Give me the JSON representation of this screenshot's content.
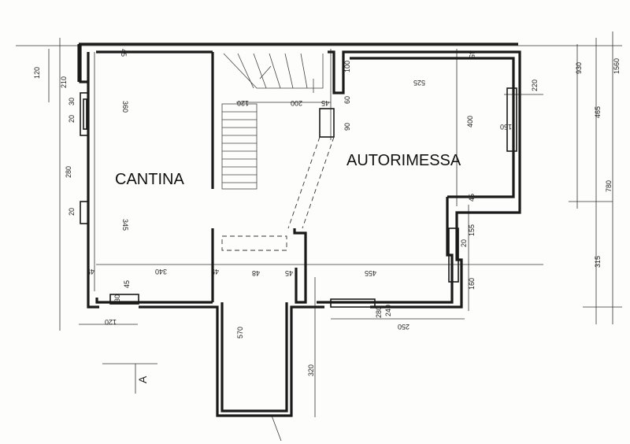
{
  "rooms": {
    "cantina": "CANTINA",
    "autorimessa": "AUTORIMESSA"
  },
  "section_marker": "A",
  "dimensions": {
    "top_left_120": "120",
    "left_210": "210",
    "left_30": "30",
    "left_20a": "20",
    "left_280": "280",
    "left_20b": "20",
    "cantina_360": "360",
    "cantina_345": "345",
    "cantina_340": "340",
    "cantina_45_top": "45",
    "cantina_45_left": "45",
    "cantina_45_right": "45",
    "cantina_45_bottom": "45",
    "cantina_30_bottom": "30",
    "bottom_120": "120",
    "stair_120": "120",
    "stair_200": "200",
    "stair_45": "45",
    "corridor_48": "48",
    "corridor_45": "45",
    "corridor_570": "570",
    "corridor_320": "320",
    "garage_100": "100",
    "garage_525": "525",
    "garage_60": "60",
    "garage_90": "90",
    "garage_400": "400",
    "garage_45_top": "45",
    "garage_150": "150",
    "garage_220": "220",
    "garage_45_mid": "45",
    "garage_155": "155",
    "garage_20": "20",
    "garage_455": "455",
    "garage_160": "160",
    "garage_280": "280",
    "garage_240": "240",
    "garage_250": "250",
    "right_930": "930",
    "right_1560": "1560",
    "right_465": "465",
    "right_780": "780",
    "right_315": "315"
  }
}
